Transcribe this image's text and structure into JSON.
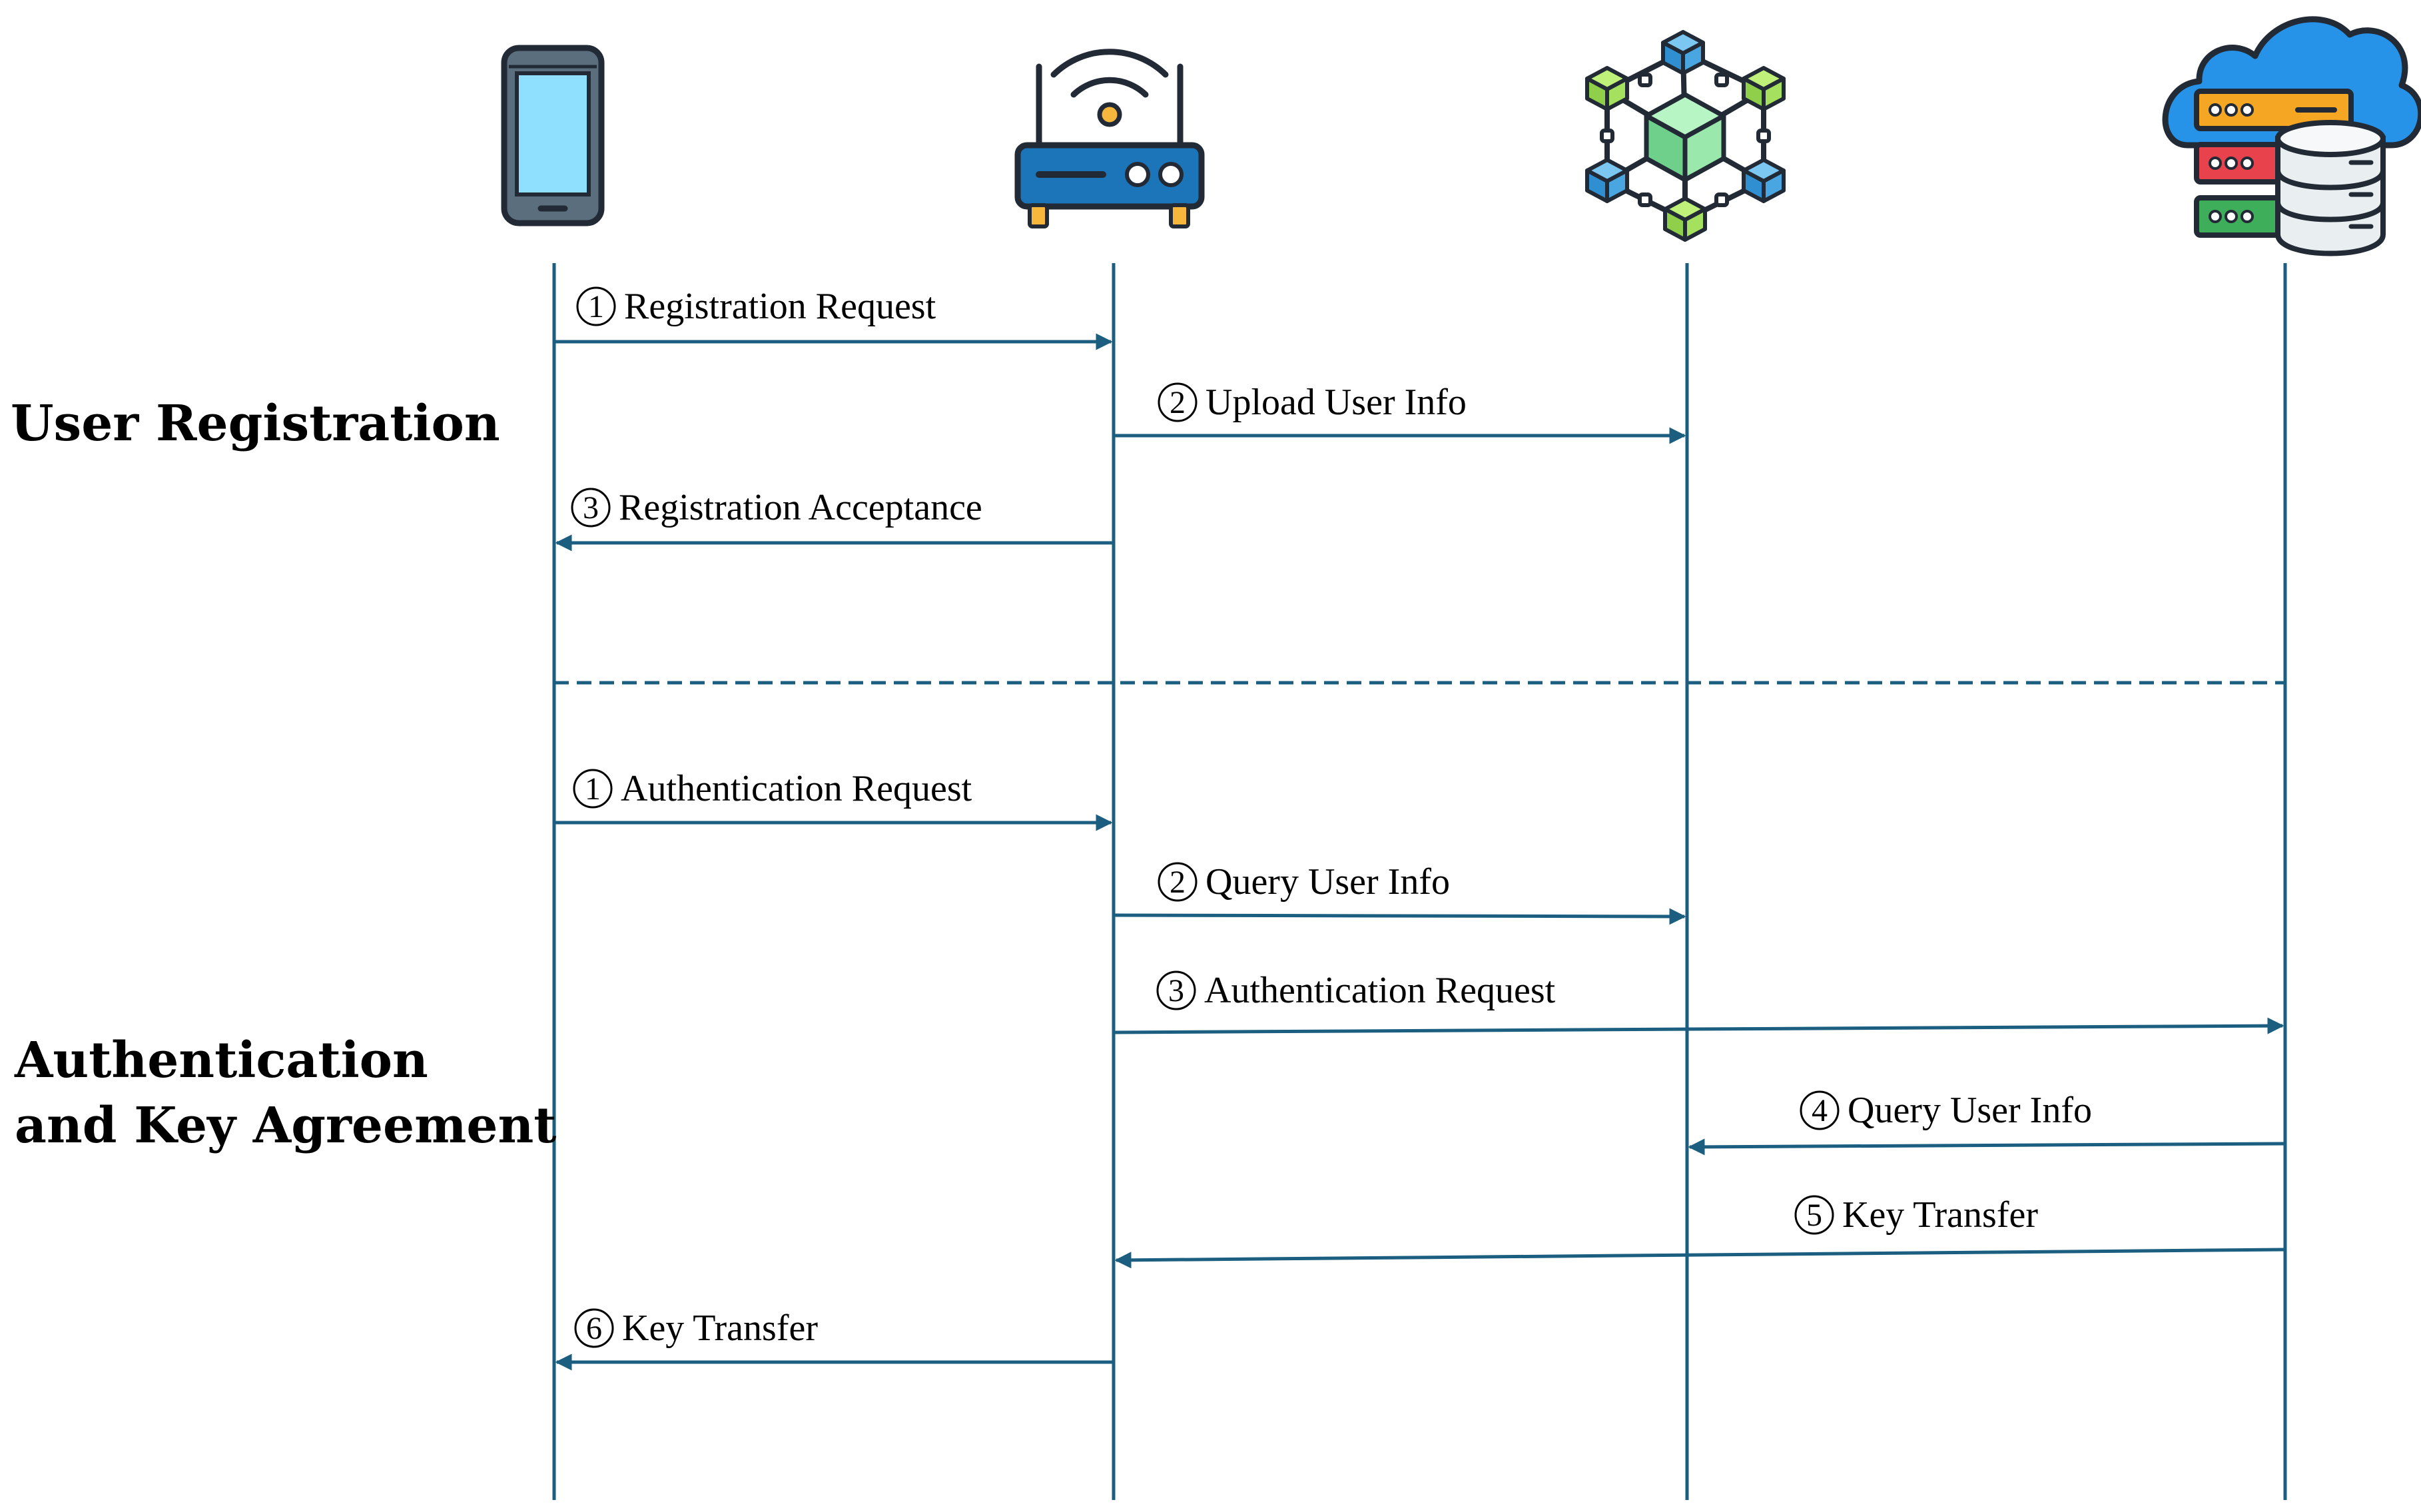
{
  "diagram": {
    "colors": {
      "line": "#1b5e80",
      "text": "#000000"
    },
    "participants": [
      {
        "id": "phone",
        "icon": "smartphone-icon"
      },
      {
        "id": "router",
        "icon": "wifi-router-icon"
      },
      {
        "id": "blockchain",
        "icon": "blockchain-network-icon"
      },
      {
        "id": "server",
        "icon": "cloud-server-database-icon"
      }
    ],
    "phases": [
      {
        "id": "registration",
        "title_lines": [
          "User Registration"
        ]
      },
      {
        "id": "auth",
        "title_lines": [
          "Authentication",
          "and Key Agreement"
        ]
      }
    ],
    "messages": [
      {
        "phase": "registration",
        "step": "1",
        "label": "Registration Request",
        "from": "phone",
        "to": "router"
      },
      {
        "phase": "registration",
        "step": "2",
        "label": "Upload User Info",
        "from": "router",
        "to": "blockchain"
      },
      {
        "phase": "registration",
        "step": "3",
        "label": "Registration Acceptance",
        "from": "router",
        "to": "phone"
      },
      {
        "phase": "auth",
        "step": "1",
        "label": "Authentication Request",
        "from": "phone",
        "to": "router"
      },
      {
        "phase": "auth",
        "step": "2",
        "label": "Query User Info",
        "from": "router",
        "to": "blockchain"
      },
      {
        "phase": "auth",
        "step": "3",
        "label": "Authentication Request",
        "from": "router",
        "to": "server"
      },
      {
        "phase": "auth",
        "step": "4",
        "label": "Query User Info",
        "from": "server",
        "to": "blockchain"
      },
      {
        "phase": "auth",
        "step": "5",
        "label": "Key Transfer",
        "from": "server",
        "to": "router"
      },
      {
        "phase": "auth",
        "step": "6",
        "label": "Key Transfer",
        "from": "router",
        "to": "phone"
      }
    ]
  }
}
